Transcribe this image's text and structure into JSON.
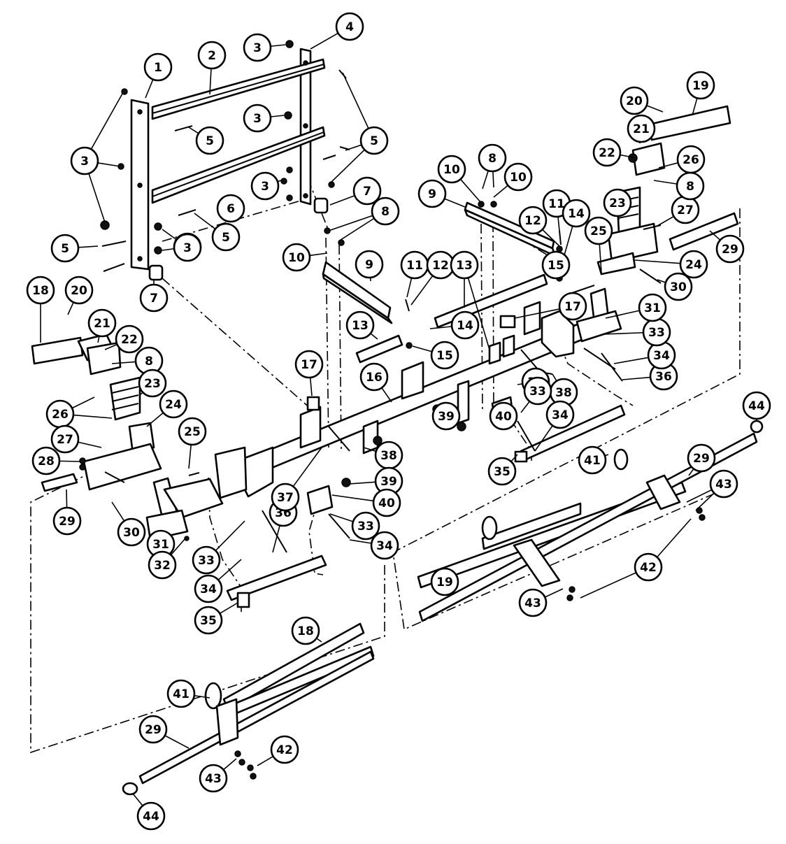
{
  "callouts": [
    {
      "label": "1"
    },
    {
      "label": "2"
    },
    {
      "label": "3"
    },
    {
      "label": "4"
    },
    {
      "label": "3"
    },
    {
      "label": "5"
    },
    {
      "label": "3"
    },
    {
      "label": "5"
    },
    {
      "label": "3"
    },
    {
      "label": "3"
    },
    {
      "label": "6"
    },
    {
      "label": "7"
    },
    {
      "label": "5"
    },
    {
      "label": "5"
    },
    {
      "label": "3"
    },
    {
      "label": "7"
    },
    {
      "label": "8"
    },
    {
      "label": "10"
    },
    {
      "label": "9"
    },
    {
      "label": "9"
    },
    {
      "label": "10"
    },
    {
      "label": "8"
    },
    {
      "label": "10"
    },
    {
      "label": "11"
    },
    {
      "label": "12"
    },
    {
      "label": "13"
    },
    {
      "label": "11"
    },
    {
      "label": "12"
    },
    {
      "label": "14"
    },
    {
      "label": "15"
    },
    {
      "label": "13"
    },
    {
      "label": "14"
    },
    {
      "label": "15"
    },
    {
      "label": "16"
    },
    {
      "label": "17"
    },
    {
      "label": "17"
    },
    {
      "label": "18"
    },
    {
      "label": "20"
    },
    {
      "label": "21"
    },
    {
      "label": "22"
    },
    {
      "label": "8"
    },
    {
      "label": "23"
    },
    {
      "label": "24"
    },
    {
      "label": "26"
    },
    {
      "label": "27"
    },
    {
      "label": "28"
    },
    {
      "label": "25"
    },
    {
      "label": "29"
    },
    {
      "label": "30"
    },
    {
      "label": "31"
    },
    {
      "label": "32"
    },
    {
      "label": "33"
    },
    {
      "label": "34"
    },
    {
      "label": "35"
    },
    {
      "label": "36"
    },
    {
      "label": "37"
    },
    {
      "label": "38"
    },
    {
      "label": "39"
    },
    {
      "label": "40"
    },
    {
      "label": "33"
    },
    {
      "label": "34"
    },
    {
      "label": "39"
    },
    {
      "label": "40"
    },
    {
      "label": "37"
    },
    {
      "label": "38"
    },
    {
      "label": "33"
    },
    {
      "label": "34"
    },
    {
      "label": "35"
    },
    {
      "label": "36"
    },
    {
      "label": "34"
    },
    {
      "label": "33"
    },
    {
      "label": "31"
    },
    {
      "label": "30"
    },
    {
      "label": "24"
    },
    {
      "label": "29"
    },
    {
      "label": "27"
    },
    {
      "label": "25"
    },
    {
      "label": "23"
    },
    {
      "label": "8"
    },
    {
      "label": "26"
    },
    {
      "label": "22"
    },
    {
      "label": "21"
    },
    {
      "label": "20"
    },
    {
      "label": "19"
    },
    {
      "label": "44"
    },
    {
      "label": "29"
    },
    {
      "label": "43"
    },
    {
      "label": "41"
    },
    {
      "label": "42"
    },
    {
      "label": "19"
    },
    {
      "label": "43"
    },
    {
      "label": "18"
    },
    {
      "label": "41"
    },
    {
      "label": "29"
    },
    {
      "label": "42"
    },
    {
      "label": "43"
    },
    {
      "label": "44"
    }
  ]
}
